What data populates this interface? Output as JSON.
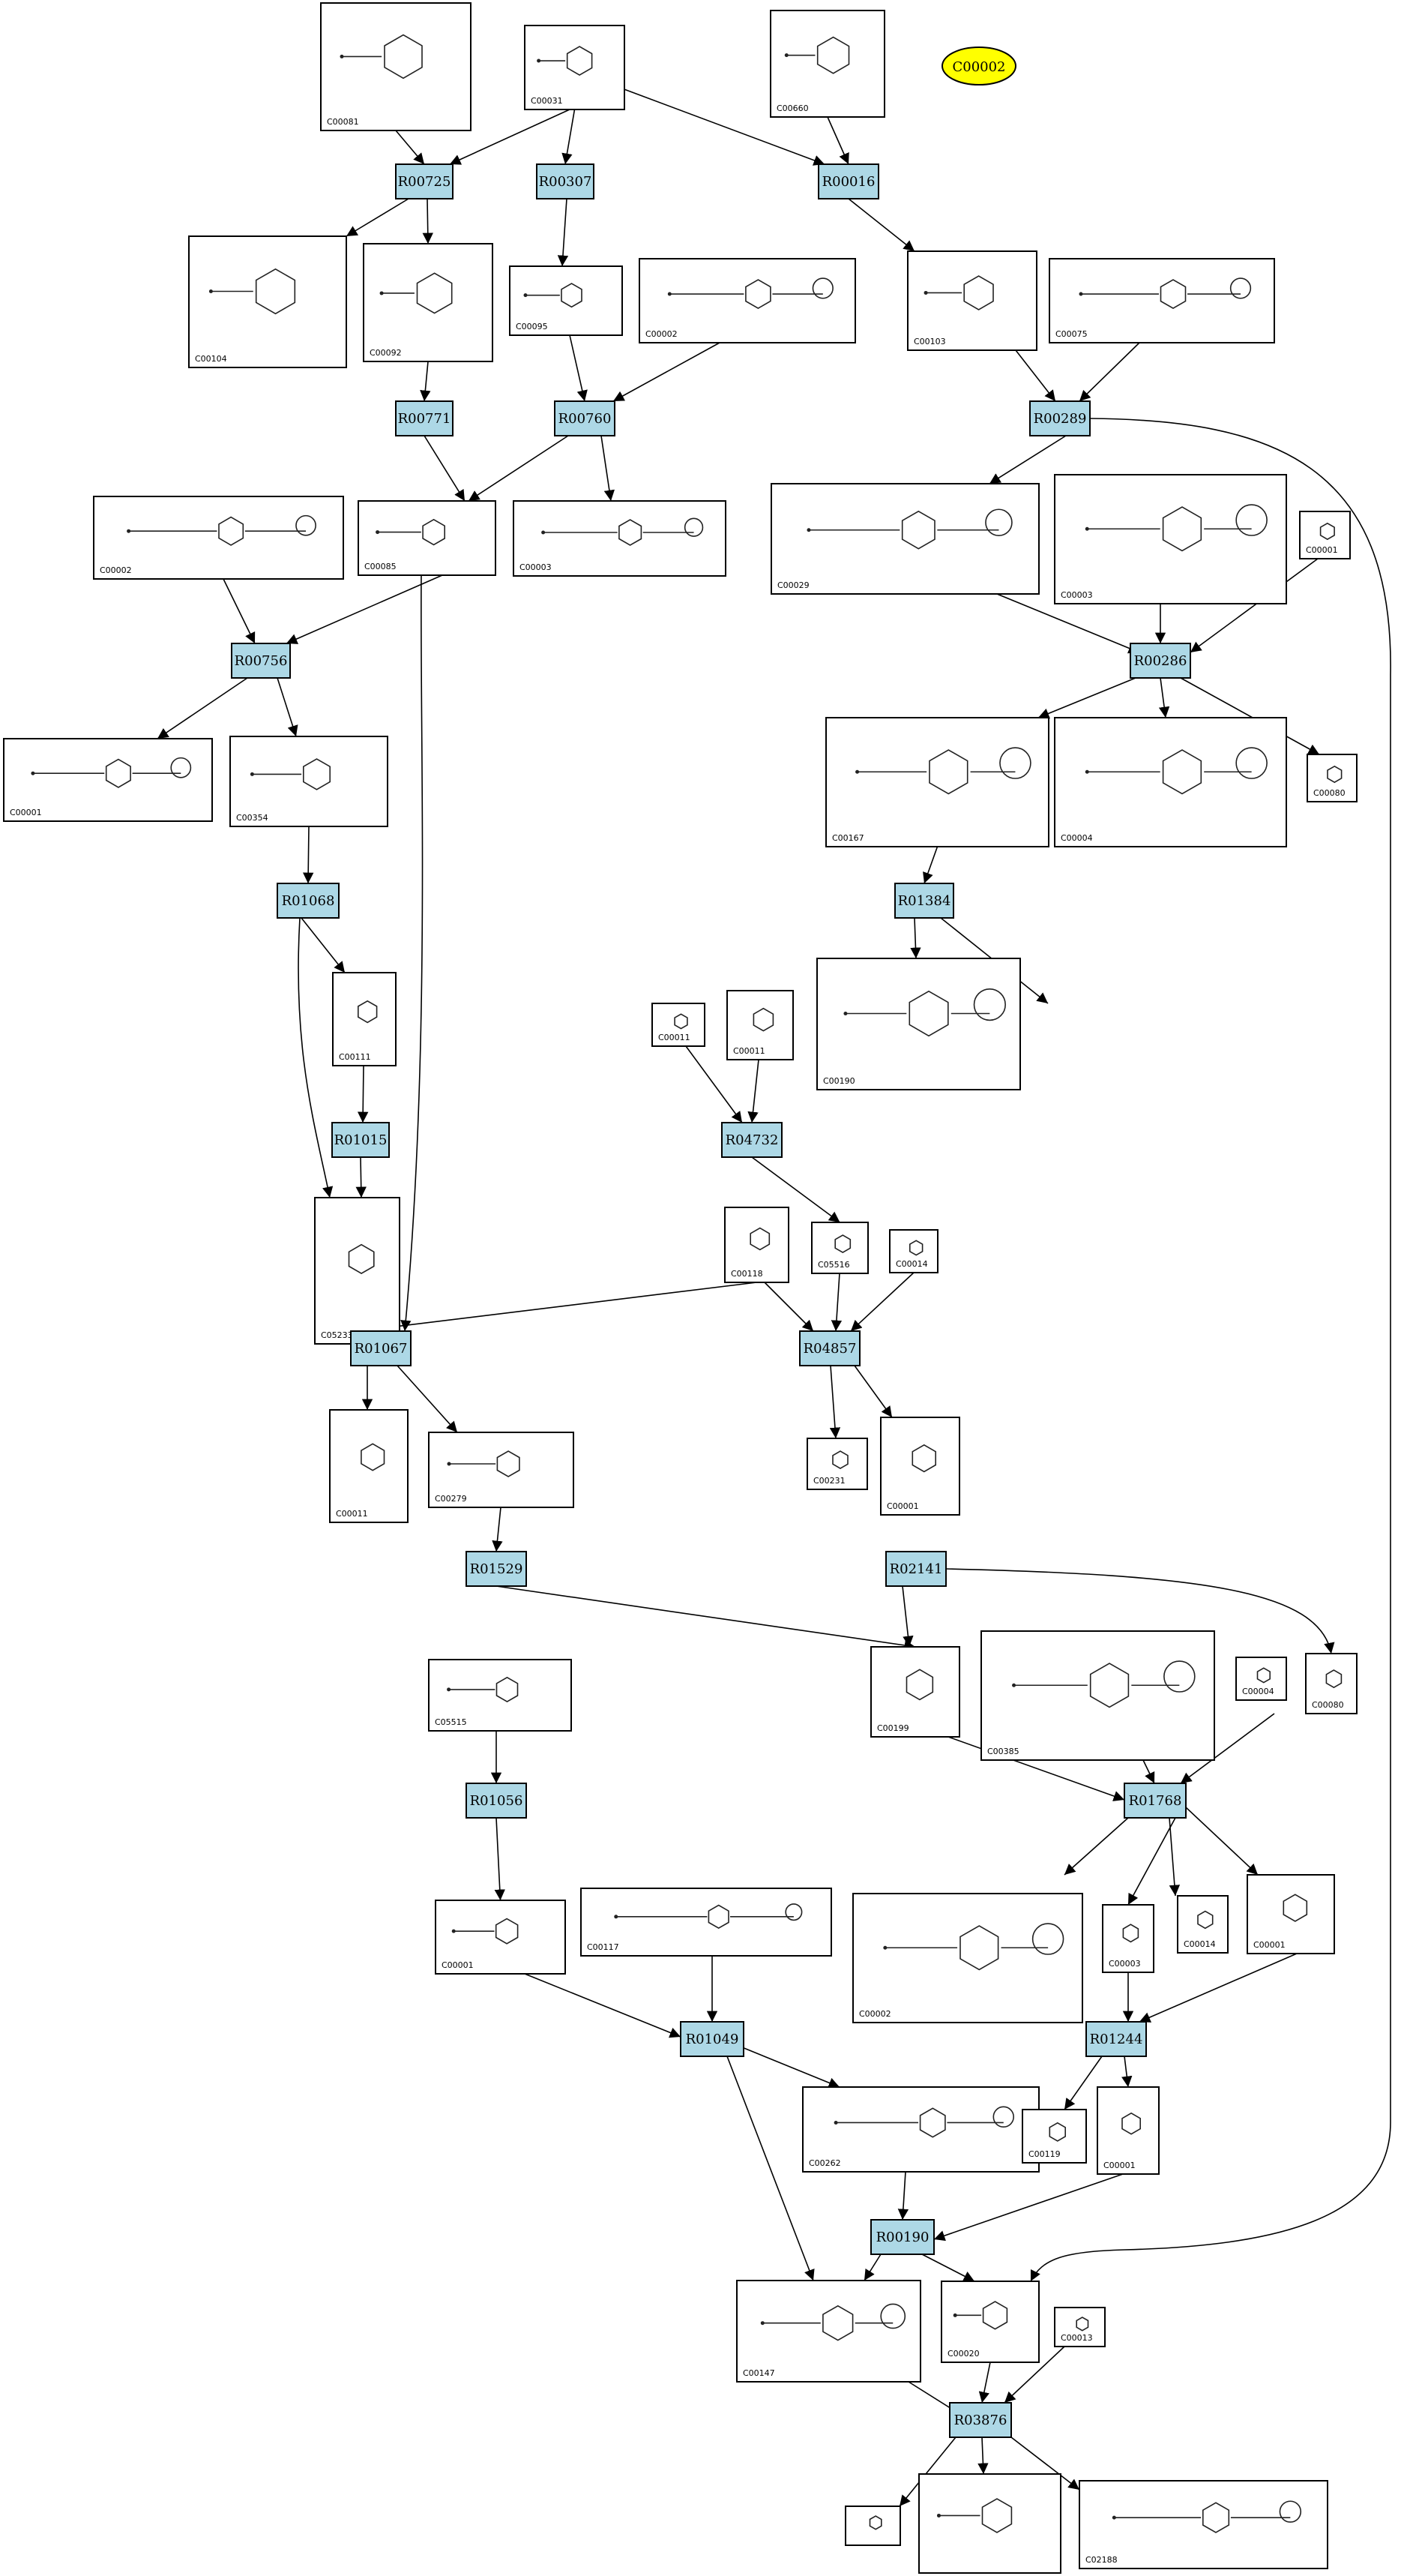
{
  "colors": {
    "reaction_fill": "#add8e6",
    "highlight_fill": "#ffff00",
    "stroke": "#000000",
    "background": "#ffffff"
  },
  "highlight": {
    "label": "C00002"
  },
  "reactions": [
    {
      "id": "R00725"
    },
    {
      "id": "R00307"
    },
    {
      "id": "R00016"
    },
    {
      "id": "R00771"
    },
    {
      "id": "R00760"
    },
    {
      "id": "R00289"
    },
    {
      "id": "R00756"
    },
    {
      "id": "R00286"
    },
    {
      "id": "R01068"
    },
    {
      "id": "R01384"
    },
    {
      "id": "R04732"
    },
    {
      "id": "R01015"
    },
    {
      "id": "R01067"
    },
    {
      "id": "R04857"
    },
    {
      "id": "R01529"
    },
    {
      "id": "R02141"
    },
    {
      "id": "R01056"
    },
    {
      "id": "R01768"
    },
    {
      "id": "R01049"
    },
    {
      "id": "R01244"
    },
    {
      "id": "R00190"
    },
    {
      "id": "R03876"
    }
  ],
  "compounds": [
    {
      "id": "C00081"
    },
    {
      "id": "C00031"
    },
    {
      "id": "C00660"
    },
    {
      "id": "C00104"
    },
    {
      "id": "C00092"
    },
    {
      "id": "C00095"
    },
    {
      "id": "C00002"
    },
    {
      "id": "C00103"
    },
    {
      "id": "C00075"
    },
    {
      "id": "C00002"
    },
    {
      "id": "C00085"
    },
    {
      "id": "C00003"
    },
    {
      "id": "C00029"
    },
    {
      "id": "C00003"
    },
    {
      "id": "C00001"
    },
    {
      "id": "C00001"
    },
    {
      "id": "C00354"
    },
    {
      "id": "C00167"
    },
    {
      "id": "C00004"
    },
    {
      "id": "C00080"
    },
    {
      "id": "C00111"
    },
    {
      "id": "C00190"
    },
    {
      "id": "C00011"
    },
    {
      "id": "C00011"
    },
    {
      "id": "C05233"
    },
    {
      "id": "C00118"
    },
    {
      "id": "C05516"
    },
    {
      "id": "C00014"
    },
    {
      "id": "C00011"
    },
    {
      "id": "C00279"
    },
    {
      "id": "C00231"
    },
    {
      "id": "C00001"
    },
    {
      "id": "C05515"
    },
    {
      "id": "C00199"
    },
    {
      "id": "C00385"
    },
    {
      "id": "C00004"
    },
    {
      "id": "C00080"
    },
    {
      "id": "C00001"
    },
    {
      "id": "C00117"
    },
    {
      "id": "C00002"
    },
    {
      "id": "C00003"
    },
    {
      "id": "C00014"
    },
    {
      "id": "C00001"
    },
    {
      "id": "C00262"
    },
    {
      "id": "C00119"
    },
    {
      "id": "C00001"
    },
    {
      "id": "C00147"
    },
    {
      "id": "C00020"
    },
    {
      "id": "C00013"
    },
    {
      "id": ""
    },
    {
      "id": ""
    },
    {
      "id": "C02188"
    },
    {
      "id": "C00002"
    }
  ]
}
